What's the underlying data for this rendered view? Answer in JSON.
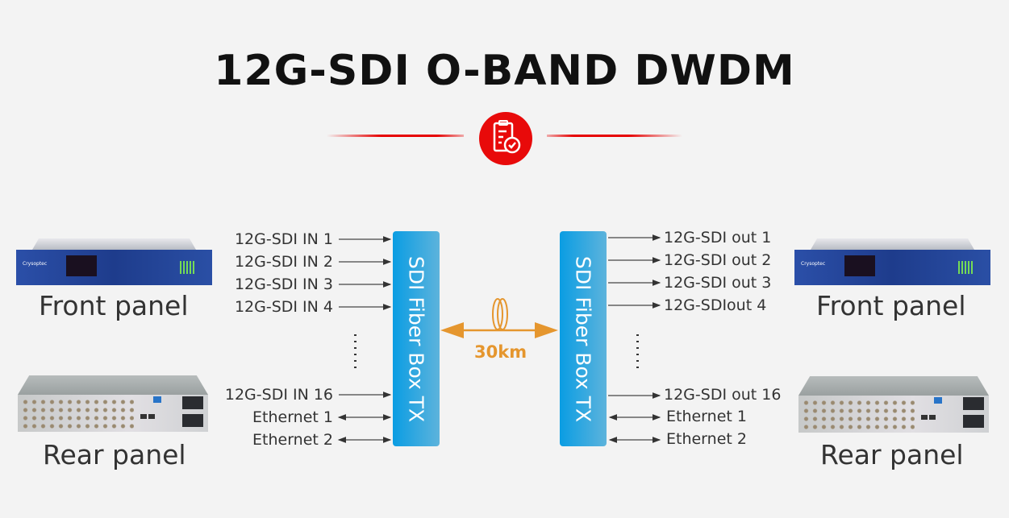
{
  "title": "12G-SDI O-BAND DWDM",
  "icons": {
    "badge": "clipboard-check-icon"
  },
  "colors": {
    "accent_red": "#e80a0a",
    "box_blue": "#0a9de3",
    "fiber_orange": "#e5962e"
  },
  "tx_box": {
    "label": "SDI Fiber Box TX"
  },
  "rx_box": {
    "label": "SDI Fiber Box TX"
  },
  "fiber": {
    "distance": "30km"
  },
  "left": {
    "inputs": [
      "12G-SDI IN 1",
      "12G-SDI IN 2",
      "12G-SDI IN 3",
      "12G-SDI IN 4"
    ],
    "input_last": "12G-SDI IN 16",
    "ethernet": [
      "Ethernet 1",
      "Ethernet 2"
    ],
    "front_label": "Front panel",
    "rear_label": "Rear panel"
  },
  "right": {
    "outputs": [
      "12G-SDI out 1",
      "12G-SDI out 2",
      "12G-SDI out 3",
      "12G-SDIout 4"
    ],
    "output_last": "12G-SDI out 16",
    "ethernet": [
      "Ethernet 1",
      "Ethernet 2"
    ],
    "front_label": "Front panel",
    "rear_label": "Rear panel"
  }
}
